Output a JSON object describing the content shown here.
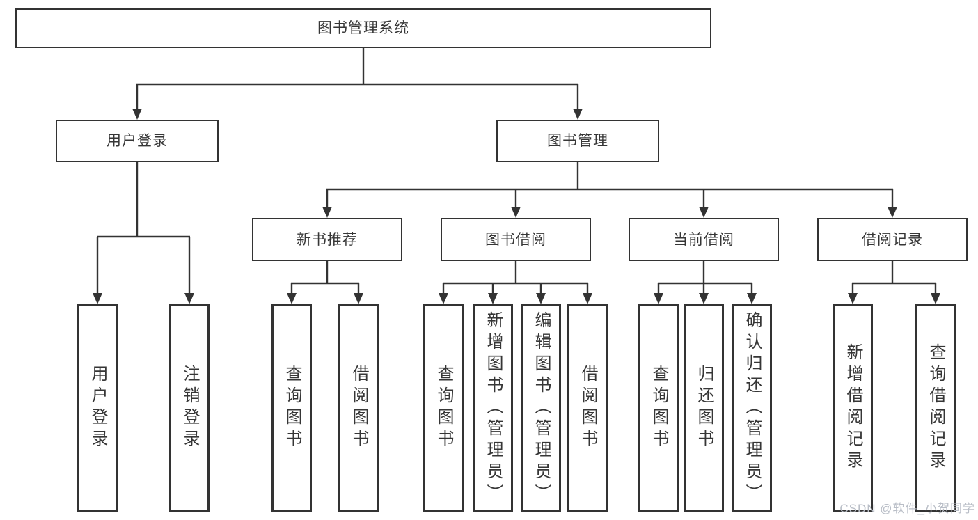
{
  "diagram": {
    "root": {
      "label": "图书管理系统"
    },
    "level2": [
      {
        "label": "用户登录",
        "children": [
          {
            "label": "用户登录"
          },
          {
            "label": "注销登录"
          }
        ]
      },
      {
        "label": "图书管理",
        "children": [
          {
            "label": "新书推荐",
            "children": [
              {
                "label": "查询图书"
              },
              {
                "label": "借阅图书"
              }
            ]
          },
          {
            "label": "图书借阅",
            "children": [
              {
                "label": "查询图书"
              },
              {
                "label": "新增图书（管理员）"
              },
              {
                "label": "编辑图书（管理员）"
              },
              {
                "label": "借阅图书"
              }
            ]
          },
          {
            "label": "当前借阅",
            "children": [
              {
                "label": "查询图书"
              },
              {
                "label": "归还图书"
              },
              {
                "label": "确认归还（管理员）"
              }
            ]
          },
          {
            "label": "借阅记录",
            "children": [
              {
                "label": "新增借阅记录"
              },
              {
                "label": "查询借阅记录"
              }
            ]
          }
        ]
      }
    ]
  },
  "watermark": {
    "text": "CSDN @软件_小贺同学"
  },
  "colors": {
    "line": "#333333",
    "box_border": "#333333",
    "box_fill": "#ffffff",
    "text": "#363636",
    "watermark": "#b9bec7",
    "background": "#ffffff"
  }
}
